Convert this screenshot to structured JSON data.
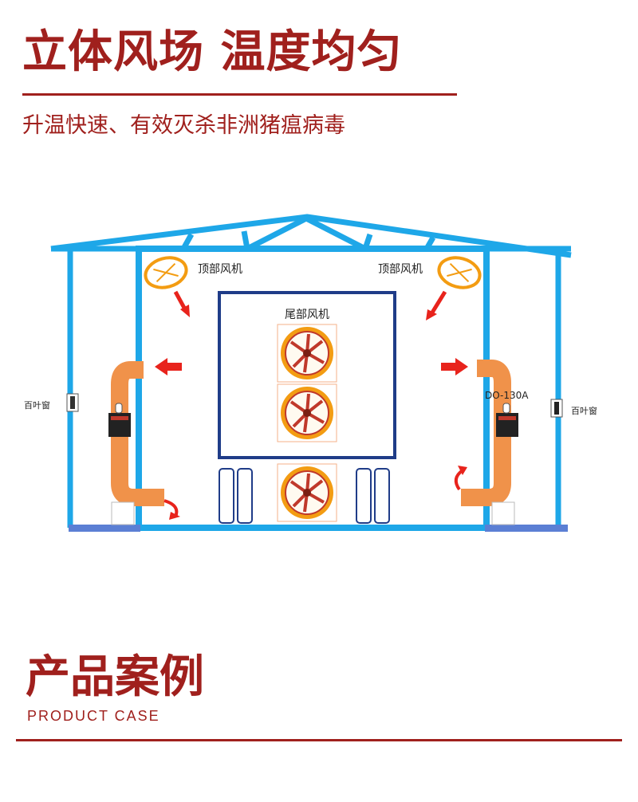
{
  "header": {
    "title": "立体风场 温度均匀",
    "subtitle": "升温快速、有效灭杀非洲猪瘟病毒"
  },
  "diagram": {
    "labels": {
      "top_fan_left": "顶部风机",
      "top_fan_right": "顶部风机",
      "tail_fan": "尾部风机",
      "louver_left": "百叶窗",
      "louver_right": "百叶窗",
      "heater_model": "DO-130A"
    },
    "colors": {
      "frame": "#1ea7e8",
      "duct": "#f0924a",
      "arrow": "#e8231c",
      "fan": "#f39c12",
      "box": "#1f3c88",
      "floor": "#5b7fd4"
    }
  },
  "case": {
    "title": "产品案例",
    "subtitle": "PRODUCT CASE"
  }
}
